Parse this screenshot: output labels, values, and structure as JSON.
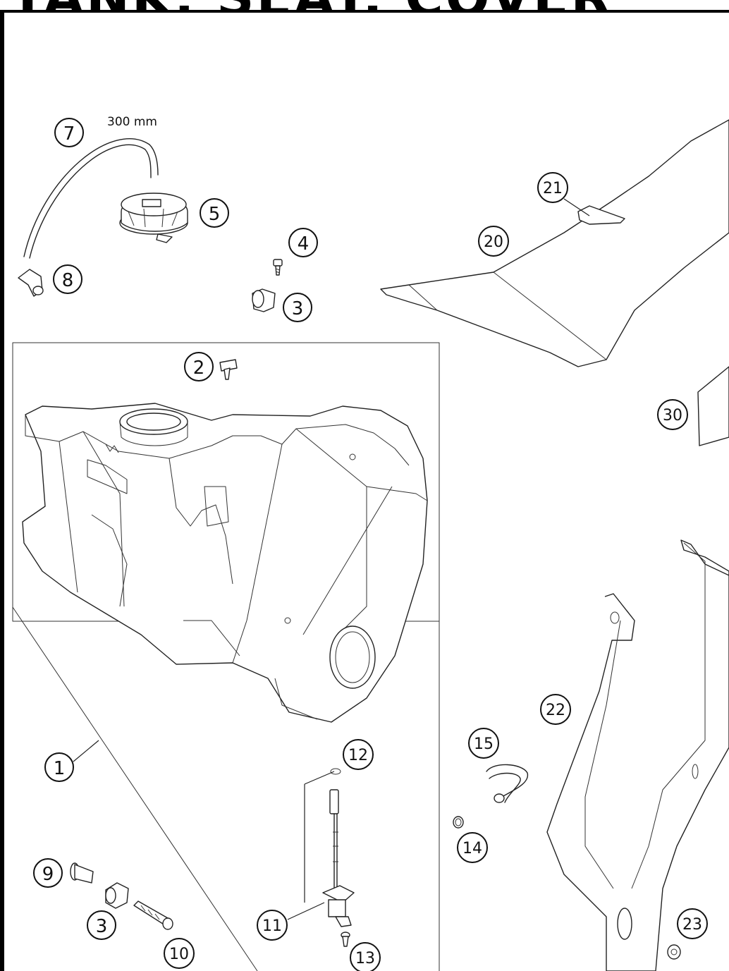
{
  "title": "TANK, SEAT, COVER",
  "dimension_label": "300 mm",
  "callouts": [
    {
      "id": "c1",
      "label": "1"
    },
    {
      "id": "c2",
      "label": "2"
    },
    {
      "id": "c3a",
      "label": "3"
    },
    {
      "id": "c3b",
      "label": "3"
    },
    {
      "id": "c4",
      "label": "4"
    },
    {
      "id": "c5",
      "label": "5"
    },
    {
      "id": "c7",
      "label": "7"
    },
    {
      "id": "c8",
      "label": "8"
    },
    {
      "id": "c9",
      "label": "9"
    },
    {
      "id": "c10",
      "label": "10"
    },
    {
      "id": "c11",
      "label": "11"
    },
    {
      "id": "c12",
      "label": "12"
    },
    {
      "id": "c13",
      "label": "13"
    },
    {
      "id": "c14",
      "label": "14"
    },
    {
      "id": "c15",
      "label": "15"
    },
    {
      "id": "c20",
      "label": "20"
    },
    {
      "id": "c21",
      "label": "21"
    },
    {
      "id": "c22",
      "label": "22"
    },
    {
      "id": "c23",
      "label": "23"
    },
    {
      "id": "c30",
      "label": "30"
    }
  ]
}
